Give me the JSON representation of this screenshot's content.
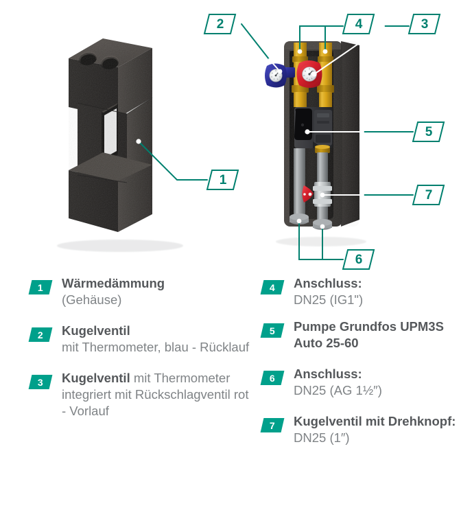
{
  "figure": {
    "alt_title": "Pumpengruppe mit Wärmedämmung – Bauteilübersicht",
    "callouts": [
      {
        "id": "1",
        "target": "waermedaemmung-gehaeuse"
      },
      {
        "id": "2",
        "target": "kugelventil-blau-ruecklauf"
      },
      {
        "id": "3",
        "target": "kugelventil-rot-vorlauf"
      },
      {
        "id": "4",
        "target": "anschluss-oben-dn25-ig1"
      },
      {
        "id": "5",
        "target": "pumpe-grundfos"
      },
      {
        "id": "6",
        "target": "anschluss-unten-dn25-ag15"
      },
      {
        "id": "7",
        "target": "kugelventil-drehknopf"
      }
    ],
    "colors": {
      "accent_teal": "#00806f",
      "badge_teal": "#00a08b",
      "leader_white": "#ffffff",
      "insulation_dark": "#3a3735",
      "brass": "#d9a216",
      "valve_red": "#d9232e",
      "valve_blue": "#2e3192",
      "steel": "#a9adb0",
      "background": "#ffffff"
    }
  },
  "legend": {
    "left_column": [
      {
        "number": "1",
        "bold": "Wärmedämmung",
        "normal": "(Gehäuse)",
        "layout": "bold-then-newline"
      },
      {
        "number": "2",
        "bold": "Kugelventil",
        "normal": "mit Thermometer, blau - Rücklauf",
        "layout": "bold-then-newline"
      },
      {
        "number": "3",
        "bold": "Kugelventil",
        "normal": "mit Thermometer integriert mit Rückschlagventil rot - Vorlauf",
        "layout": "inline"
      }
    ],
    "right_column": [
      {
        "number": "4",
        "bold": "Anschluss:",
        "normal": "DN25 (IG1\")",
        "layout": "bold-then-newline"
      },
      {
        "number": "5",
        "bold": "Pumpe Grundfos UPM3S Auto 25-60",
        "normal": "",
        "layout": "bold-only"
      },
      {
        "number": "6",
        "bold": "Anschluss:",
        "normal": "DN25 (AG 1½″)",
        "layout": "bold-then-newline"
      },
      {
        "number": "7",
        "bold": "Kugelventil mit Drehknopf:",
        "normal": "DN25 (1″)",
        "layout": "bold-then-newline"
      }
    ]
  }
}
